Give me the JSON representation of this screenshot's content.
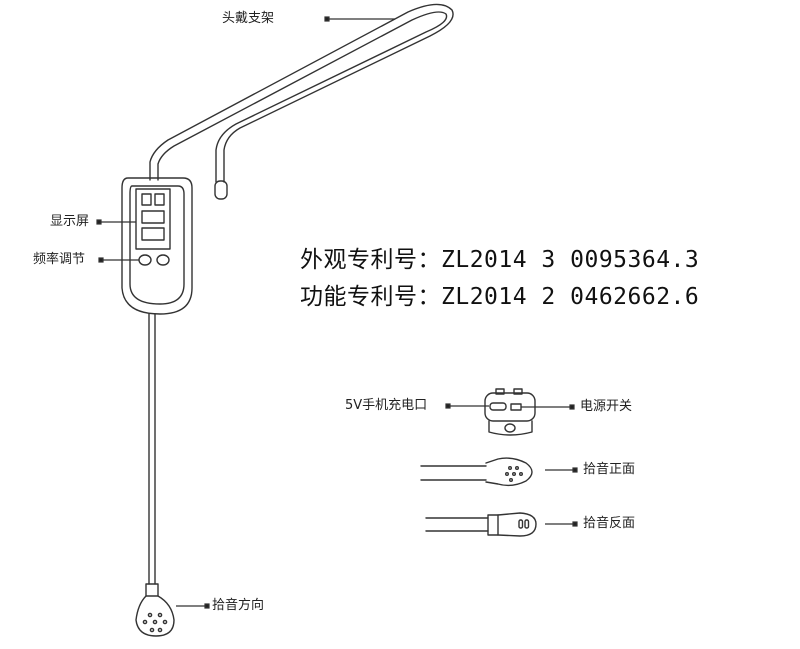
{
  "labels": {
    "headset_bracket": "头戴支架",
    "display": "显示屏",
    "frequency_adjust": "频率调节",
    "pickup_direction": "拾音方向",
    "charging_port": "5V手机充电口",
    "power_switch": "电源开关",
    "pickup_front": "拾音正面",
    "pickup_back": "拾音反面"
  },
  "patents": {
    "design": "外观专利号：ZL2014 3 0095364.3",
    "utility": "功能专利号：ZL2014 2 0462662.6"
  },
  "colors": {
    "line": "#333333",
    "text": "#222222",
    "background": "#ffffff"
  }
}
